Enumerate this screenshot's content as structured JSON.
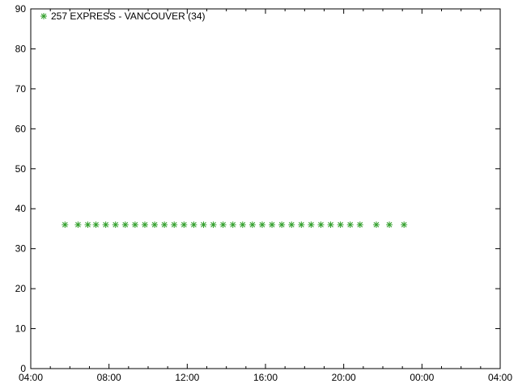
{
  "chart_data": {
    "type": "scatter",
    "legend_text": "257 EXPRESS - VANCOUVER (34)",
    "legend_position": "top-left",
    "marker": "asterisk",
    "series": [
      {
        "name": "257 EXPRESS - VANCOUVER (34)",
        "color": "#33a02c",
        "x": [
          "05:45",
          "06:25",
          "06:55",
          "07:20",
          "07:50",
          "08:20",
          "08:50",
          "09:20",
          "09:50",
          "10:20",
          "10:50",
          "11:20",
          "11:50",
          "12:20",
          "12:50",
          "13:20",
          "13:50",
          "14:20",
          "14:50",
          "15:20",
          "15:50",
          "16:20",
          "16:50",
          "17:20",
          "17:50",
          "18:20",
          "18:50",
          "19:20",
          "19:50",
          "20:20",
          "20:50",
          "21:40",
          "22:20",
          "23:05"
        ],
        "y": [
          36,
          36,
          36,
          36,
          36,
          36,
          36,
          36,
          36,
          36,
          36,
          36,
          36,
          36,
          36,
          36,
          36,
          36,
          36,
          36,
          36,
          36,
          36,
          36,
          36,
          36,
          36,
          36,
          36,
          36,
          36,
          36,
          36,
          36
        ]
      }
    ],
    "x_axis": {
      "ticks": [
        "04:00",
        "08:00",
        "12:00",
        "16:00",
        "20:00",
        "00:00",
        "04:00"
      ]
    },
    "y_axis": {
      "min": 0,
      "max": 90,
      "ticks": [
        "0",
        "10",
        "20",
        "30",
        "40",
        "50",
        "60",
        "70",
        "80",
        "90"
      ]
    },
    "grid": false
  }
}
